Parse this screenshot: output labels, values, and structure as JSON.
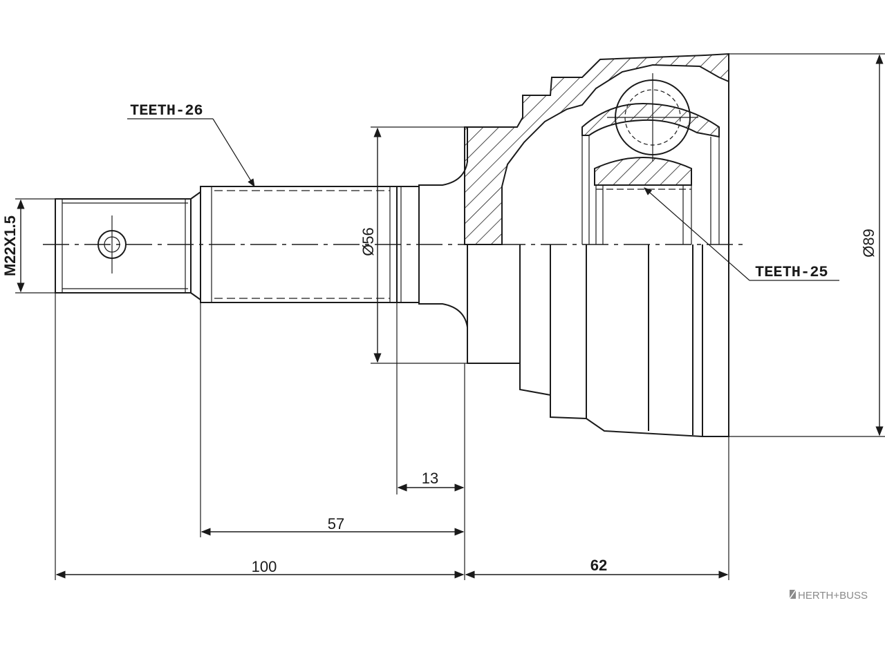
{
  "callouts": {
    "teeth_outer": "TEETH-26",
    "teeth_inner": "TEETH-25"
  },
  "dimensions": {
    "thread": "M22X1.5",
    "shaft_diameter": "Ø56",
    "body_diameter": "Ø89",
    "d13": "13",
    "d57": "57",
    "d100": "100",
    "d62": "62"
  },
  "brand": {
    "logo_text": "HERTH+BUSS",
    "color": "#8a8a8a"
  }
}
